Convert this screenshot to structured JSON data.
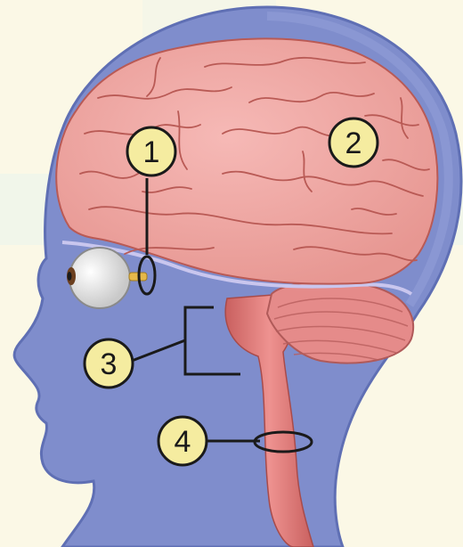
{
  "colors": {
    "background": "#fbf8e6",
    "head": "#7f8dcc",
    "head_outline": "#5f6fb4",
    "brain": "#f0a7a5",
    "brain_fold": "#b95a55",
    "cerebellum": "#e58b8a",
    "brainstem": "#e07f7e",
    "callout_fill": "#f5eca0",
    "callout_stroke": "#1a1a1a"
  },
  "callouts": [
    {
      "number": "1",
      "target": "optic-nerve"
    },
    {
      "number": "2",
      "target": "cerebrum"
    },
    {
      "number": "3",
      "target": "brainstem-and-cerebellum"
    },
    {
      "number": "4",
      "target": "spinal-cord"
    }
  ]
}
